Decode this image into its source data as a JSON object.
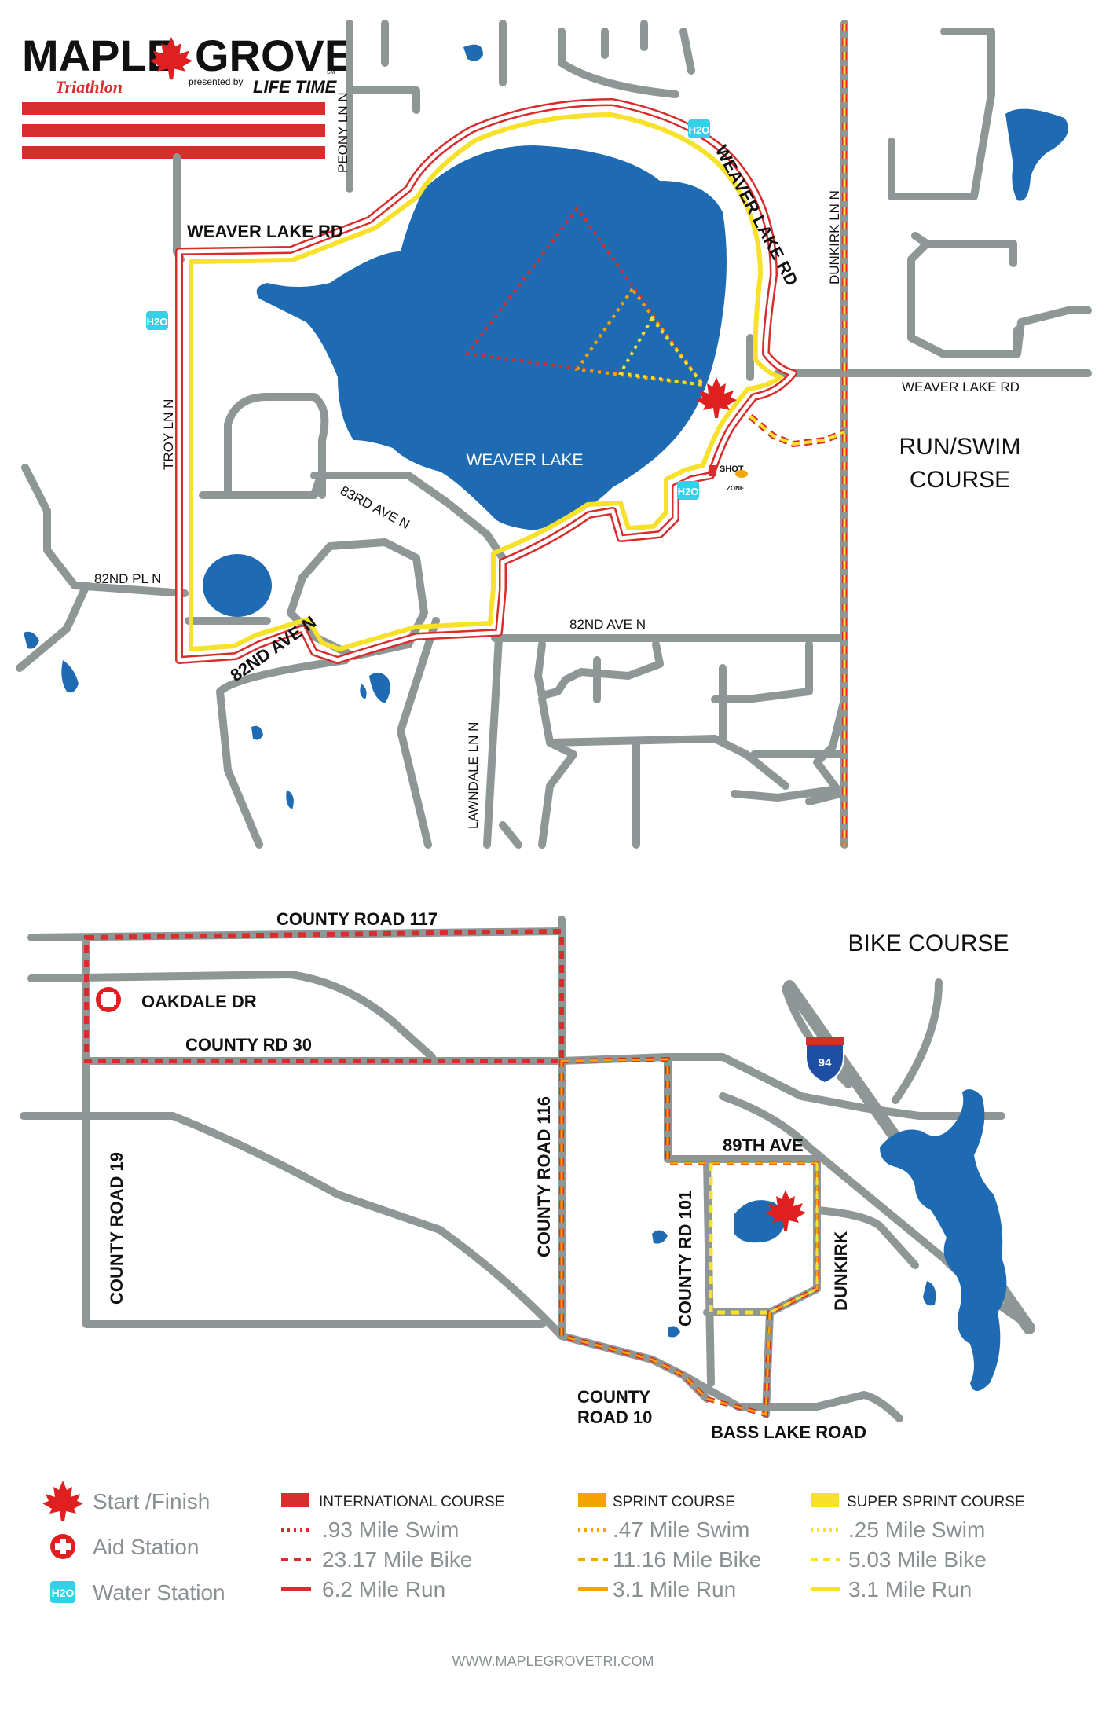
{
  "brand": {
    "name_left": "MAPLE",
    "name_right": "GROVE",
    "sm": "SM",
    "sub": "Triathlon",
    "presented_by": "presented by",
    "sponsor": "LIFE TIME"
  },
  "colors": {
    "lake": "#1f6bb3",
    "road": "#8e9796",
    "international": "#d82d2d",
    "sprint": "#f4a300",
    "super_sprint": "#f7e12a",
    "water_station": "#34d0e8"
  },
  "run_swim": {
    "title_line1": "RUN/SWIM",
    "title_line2": "COURSE",
    "lake_name": "WEAVER LAKE",
    "streets": {
      "weaver_lake_rd_nw": "WEAVER LAKE RD",
      "weaver_lake_rd_ne": "WEAVER LAKE RD",
      "weaver_lake_rd_e": "WEAVER LAKE RD",
      "peony": "PEONY LN N",
      "dunkirk": "DUNKIRK LN N",
      "troy": "TROY LN N",
      "83rd": "83RD AVE N",
      "82nd_pl": "82ND PL N",
      "82nd_ave": "82ND AVE N",
      "82nd_ave_diag": "82ND AVE N",
      "lawndale": "LAWNDALE LN N"
    },
    "water_station_label": "H2O",
    "shot_zone": {
      "line1": "SHOT",
      "line2": "ZONE"
    }
  },
  "bike": {
    "title": "BIKE COURSE",
    "streets": {
      "cr117": "COUNTY ROAD 117",
      "oakdale": "OAKDALE DR",
      "cr30": "COUNTY RD 30",
      "cr19": "COUNTY ROAD 19",
      "cr116": "COUNTY ROAD 116",
      "89th": "89TH AVE",
      "cr101": "COUNTY RD 101",
      "dunkirk": "DUNKIRK",
      "cr10_line1": "COUNTY",
      "cr10_line2": "ROAD 10",
      "bass_lake": "BASS LAKE ROAD",
      "i94": "94"
    }
  },
  "legend": {
    "symbols": [
      {
        "icon": "maple-leaf-icon",
        "label": "Start /Finish"
      },
      {
        "icon": "aid-station-icon",
        "label": "Aid Station"
      },
      {
        "icon": "water-station-icon",
        "label": "Water Station"
      }
    ],
    "courses": [
      {
        "name": "INTERNATIONAL COURSE",
        "color": "#d82d2d",
        "swim": ".93 Mile Swim",
        "bike": "23.17 Mile Bike",
        "run": "6.2 Mile Run"
      },
      {
        "name": "SPRINT COURSE",
        "color": "#f4a300",
        "swim": ".47 Mile Swim",
        "bike": "11.16  Mile Bike",
        "run": "3.1 Mile Run"
      },
      {
        "name": "SUPER SPRINT COURSE",
        "color": "#f7e12a",
        "swim": ".25 Mile Swim",
        "bike": "5.03 Mile Bike",
        "run": "3.1 Mile Run"
      }
    ]
  },
  "footer": {
    "url": "WWW.MAPLEGROVETRI.COM"
  }
}
